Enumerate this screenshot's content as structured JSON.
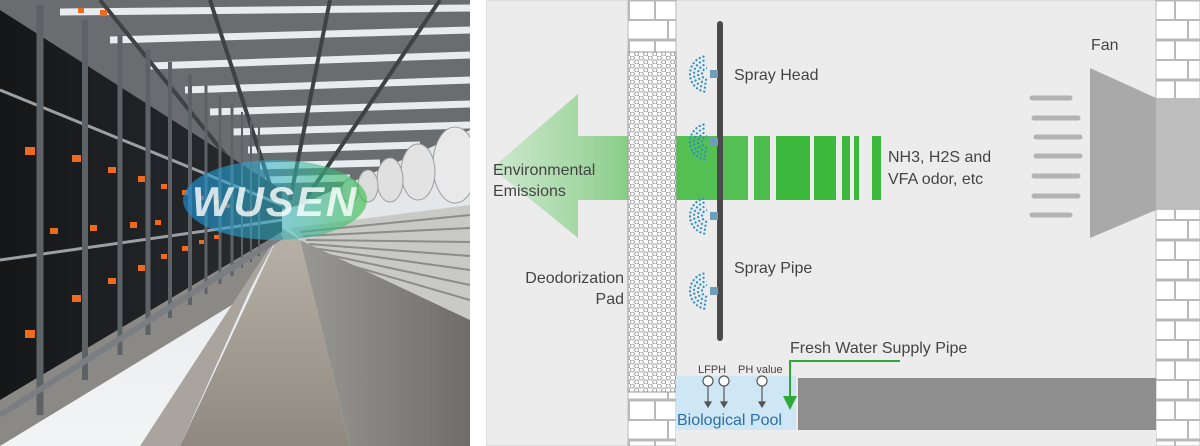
{
  "photo": {
    "watermark": "WUSEN"
  },
  "diagram": {
    "labels": {
      "fan": "Fan",
      "spray_head": "Spray Head",
      "spray_pipe": "Spray Pipe",
      "odor_line1": "NH3, H2S and",
      "odor_line2": "VFA odor, etc",
      "emissions_line1": "Environmental",
      "emissions_line2": "Emissions",
      "pad_line1": "Deodorization",
      "pad_line2": "Pad",
      "fresh_water": "Fresh Water Supply Pipe",
      "lfph": "LFPH",
      "ph_value": "PH value",
      "pool": "Biological Pool"
    },
    "colors": {
      "background": "#ececec",
      "brick": "#ffffff",
      "mortar": "#b9b9b9",
      "airflow_green": "#3cb83c",
      "spray_blue": "#2a8fc4",
      "pipe": "#4a4a4a",
      "fan": "#a9a9a9",
      "pool_water": "#cfe6f5",
      "pool_text": "#2c6fa6",
      "fresh_water_arrow": "#2daa3a",
      "text": "#444444"
    }
  }
}
